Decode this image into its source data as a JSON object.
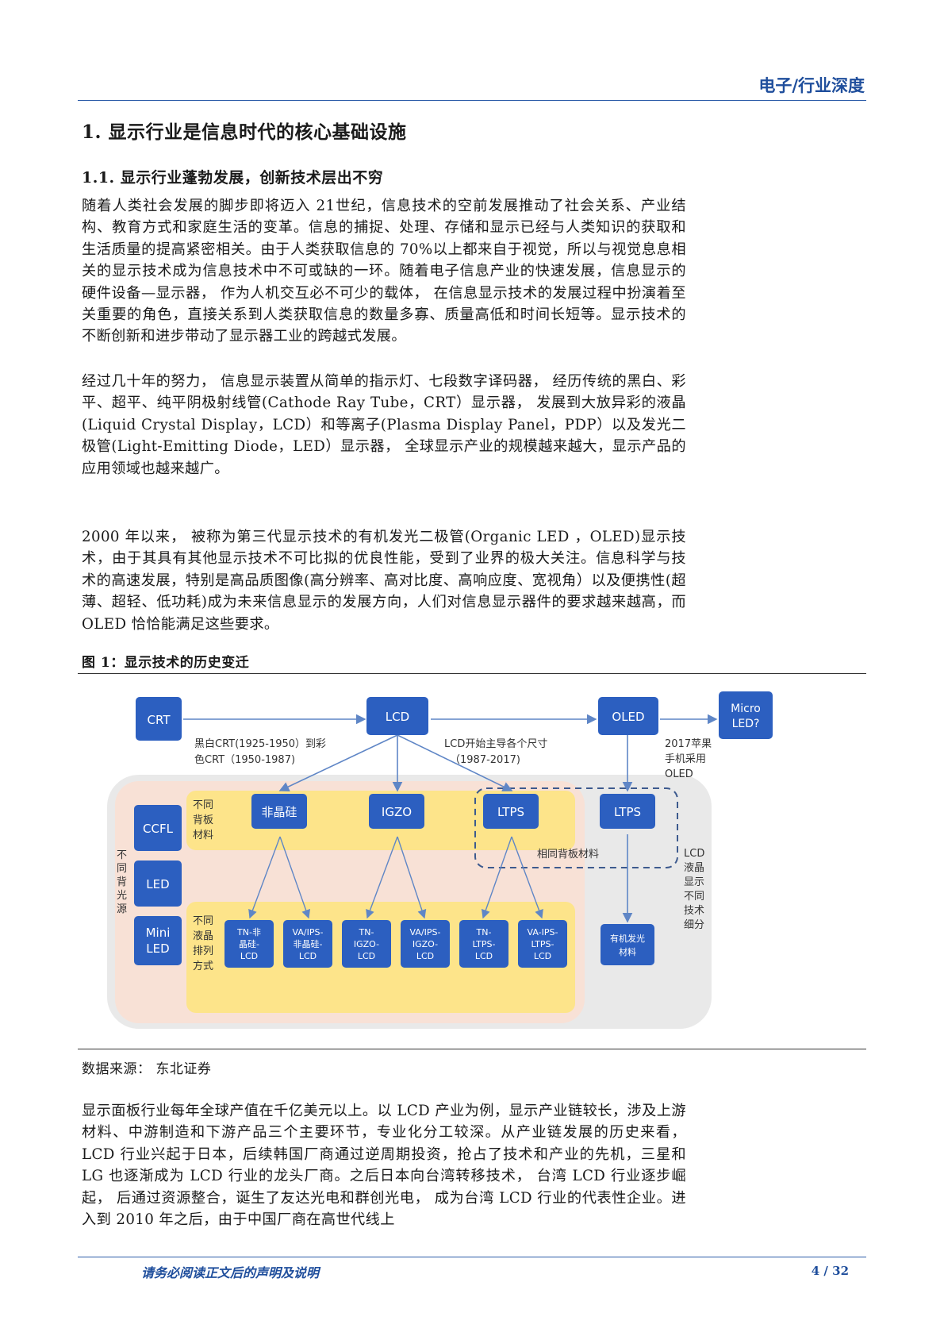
{
  "header": {
    "title": "电子/行业深度"
  },
  "section": {
    "h1": "1. 显示行业是信息时代的核心基础设施",
    "h2": "1.1. 显示行业蓬勃发展，创新技术层出不穷"
  },
  "paragraphs": [
    "随着人类社会发展的脚步即将迈入 21世纪，信息技术的空前发展推动了社会关系、产业结构、教育方式和家庭生活的变革。信息的捕捉、处理、存储和显示已经与人类知识的获取和生活质量的提高紧密相关。由于人类获取信息的 70%以上都来自于视觉，所以与视觉息息相关的显示技术成为信息技术中不可或缺的一环。随着电子信息产业的快速发展，信息显示的硬件设备—显示器， 作为人机交互必不可少的载体， 在信息显示技术的发展过程中扮演着至关重要的角色，直接关系到人类获取信息的数量多寡、质量高低和时间长短等。显示技术的不断创新和进步带动了显示器工业的跨越式发展。",
    "经过几十年的努力， 信息显示装置从简单的指示灯、七段数字译码器， 经历传统的黑白、彩平、超平、纯平阴极射线管(Cathode Ray Tube，CRT）显示器， 发展到大放异彩的液晶(Liquid Crystal Display，LCD）和等离子(Plasma Display Panel，PDP）以及发光二极管(Light-Emitting Diode，LED）显示器， 全球显示产业的规模越来越大，显示产品的应用领域也越来越广。",
    "2000 年以来， 被称为第三代显示技术的有机发光二极管(Organic LED ，OLED)显示技术，由于其具有其他显示技术不可比拟的优良性能，受到了业界的极大关注。信息科学与技术的高速发展，特别是高品质图像(高分辨率、高对比度、高响应度、宽视角）以及便携性(超薄、超轻、低功耗)成为未来信息显示的发展方向，人们对信息显示器件的要求越来越高，而 OLED 恰恰能满足这些要求。",
    "显示面板行业每年全球产值在千亿美元以上。以 LCD 产业为例，显示产业链较长，涉及上游材料、中游制造和下游产品三个主要环节，专业化分工较深。从产业链发展的历史来看，LCD 行业兴起于日本，后续韩国厂商通过逆周期投资，抢占了技术和产业的先机，三星和 LG 也逐渐成为 LCD 行业的龙头厂商。之后日本向台湾转移技术， 台湾 LCD 行业逐步崛起， 后通过资源整合，诞生了友达光电和群创光电， 成为台湾 LCD 行业的代表性企业。进入到 2010 年之后，由于中国厂商在高世代线上"
  ],
  "figure": {
    "title": "图 1：显示技术的历史变迁",
    "source": "数据来源： 东北证券",
    "nodes": {
      "crt": "CRT",
      "lcd": "LCD",
      "oled": "OLED",
      "micro1": "Micro",
      "micro2": "LED?",
      "ccfl": "CCFL",
      "led": "LED",
      "mini1": "Mini",
      "mini2": "LED",
      "asi": "非晶硅",
      "igzo": "IGZO",
      "ltps": "LTPS",
      "ltps2": "LTPS"
    },
    "annotations": {
      "crt_1": "黑白CRT(1925-1950）到彩",
      "crt_2": "色CRT（1950-1987)",
      "lcd_1": "LCD开始主导各个尺寸",
      "lcd_2": "（1987-2017)",
      "apple_1": "2017苹果",
      "apple_2": "手机采用",
      "apple_3": "OLED",
      "same_backplane": "相同背板材料",
      "diff_backlight": [
        "不",
        "同",
        "背",
        "光",
        "源"
      ],
      "diff_backplane": [
        "不同",
        "背板",
        "材料"
      ],
      "diff_lc": [
        "不同",
        "液晶",
        "排列",
        "方式"
      ],
      "lcd_right": [
        "LCD",
        "液晶",
        "显示",
        "不同",
        "技术",
        "细分"
      ]
    },
    "leaves": [
      [
        "TN-非",
        "晶硅-",
        "LCD"
      ],
      [
        "VA/IPS-",
        "非晶硅-",
        "LCD"
      ],
      [
        "TN-",
        "IGZO-",
        "LCD"
      ],
      [
        "VA/IPS-",
        "IGZO-",
        "LCD"
      ],
      [
        "TN-",
        "LTPS-",
        "LCD"
      ],
      [
        "VA-IPS-",
        "LTPS-",
        "LCD"
      ]
    ],
    "organic": [
      "有机发光",
      "材料"
    ],
    "colors": {
      "node": "#2c5fc0",
      "band": "#fde48a",
      "blush": "#f8e1d6",
      "grey": "#e9e9e9",
      "arrow": "#5f86c6"
    }
  },
  "footer": {
    "disclaimer": "请务必阅读正文后的声明及说明",
    "page": "4 / 32"
  }
}
